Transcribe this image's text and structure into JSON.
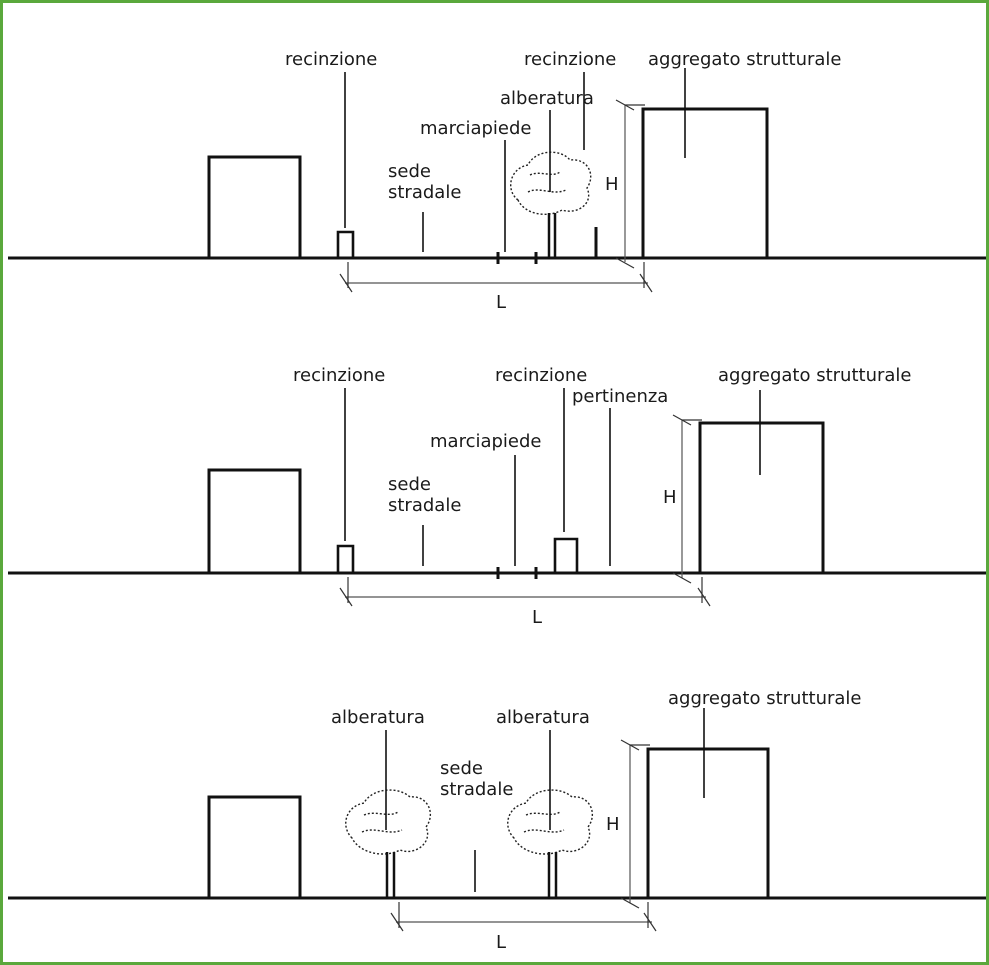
{
  "labels": {
    "recinzione": "recinzione",
    "aggregato": "aggregato strutturale",
    "alberatura": "alberatura",
    "marciapiede": "marciapiede",
    "sede_1": "sede",
    "sede_2": "stradale",
    "pertinenza": "pertinenza",
    "H": "H",
    "L": "L"
  },
  "colors": {
    "frame": "#5aa83c",
    "ink": "#111111"
  }
}
